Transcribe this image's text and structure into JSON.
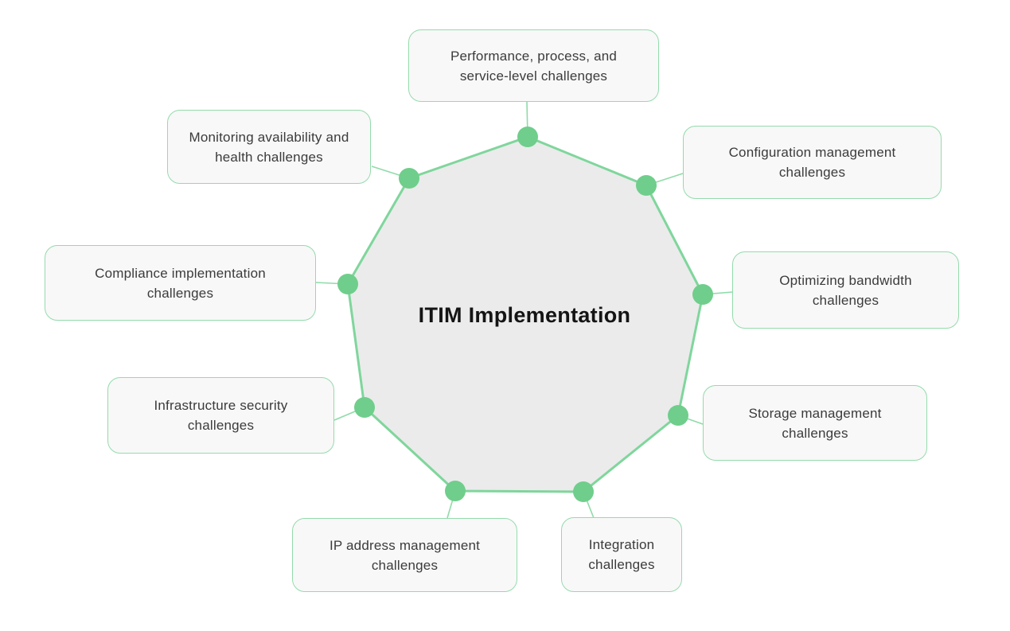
{
  "diagram": {
    "center": {
      "title": "ITIM Implementation"
    },
    "nodes": [
      {
        "id": "performance",
        "label": "Performance, process, and service-level challenges"
      },
      {
        "id": "configuration",
        "label": "Configuration management challenges"
      },
      {
        "id": "optimizing",
        "label": "Optimizing bandwidth challenges"
      },
      {
        "id": "storage",
        "label": "Storage management challenges"
      },
      {
        "id": "integration",
        "label": "Integration challenges"
      },
      {
        "id": "ip-address",
        "label": "IP address management challenges"
      },
      {
        "id": "infrastructure",
        "label": "Infrastructure security challenges"
      },
      {
        "id": "compliance",
        "label": "Compliance implementation challenges"
      },
      {
        "id": "monitoring",
        "label": "Monitoring availability and health challenges"
      }
    ],
    "colors": {
      "background": "#FFFFFF",
      "polygon_fill": "#EBEBEB",
      "polygon_edge": "#7FD69C",
      "node_dot": "#6FCE8B",
      "connector": "#8FDBA9",
      "box_fill": "#F8F8F8",
      "box_border": "#94DBAC",
      "box_text": "#3B3B3B",
      "title_text": "#141414"
    }
  }
}
